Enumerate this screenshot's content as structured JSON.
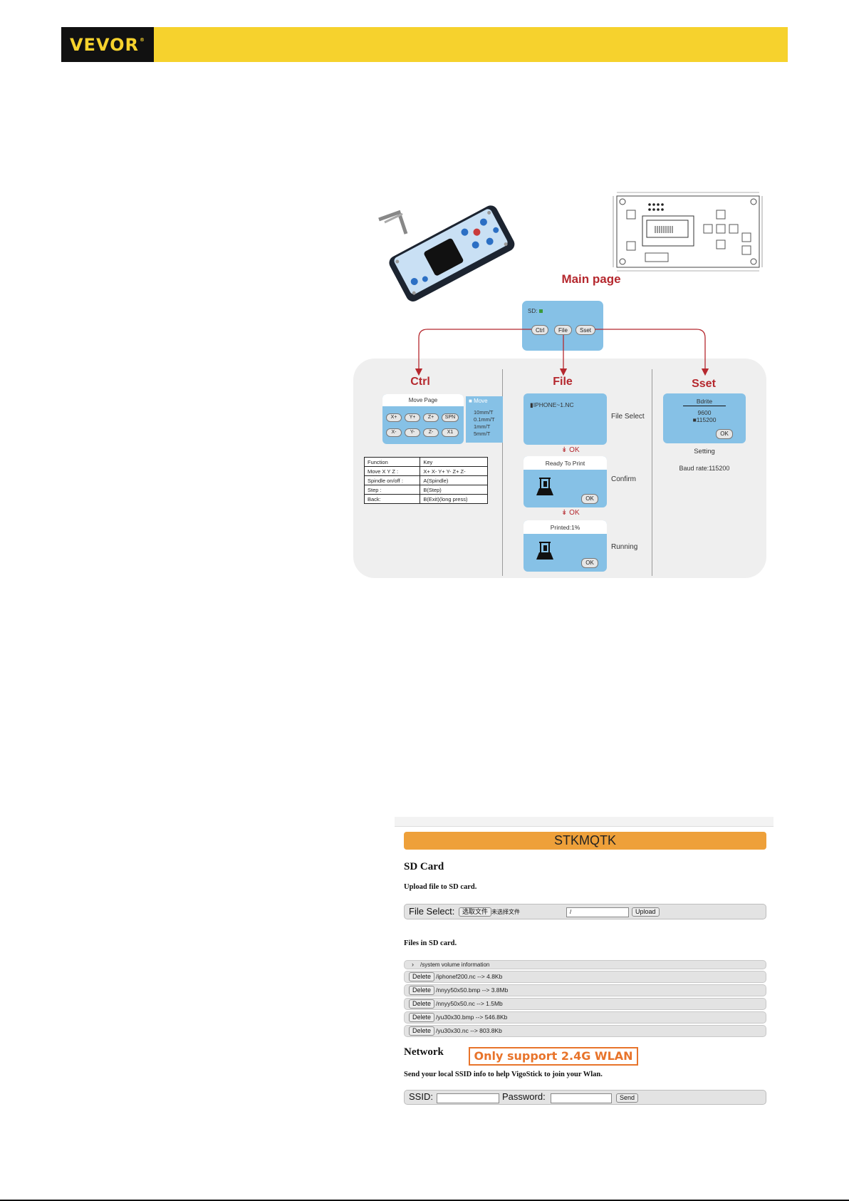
{
  "header": {
    "brand": "VEVOR",
    "reg": "®"
  },
  "main_page": {
    "title": "Main page",
    "sd_label": "SD:",
    "buttons": [
      "Ctrl",
      "File",
      "Sset"
    ]
  },
  "ctrl": {
    "title": "Ctrl",
    "lcd_title": "Move Page",
    "keys_row1": [
      "X+",
      "Y+",
      "Z+",
      "SPN"
    ],
    "keys_row2": [
      "X-",
      "Y-",
      "Z-",
      "X1"
    ],
    "menu": [
      "Move",
      "10mm/T",
      "0.1mm/T",
      "1mm/T",
      "5mm/T"
    ],
    "table": [
      [
        "Function",
        "Key"
      ],
      [
        "Move X Y Z :",
        "X+ X- Y+ Y- Z+ Z-"
      ],
      [
        "Spindle on/off :",
        "A(Spindle)"
      ],
      [
        "Step :",
        "B(Step)"
      ],
      [
        "Back:",
        "B(Exit)(long press)"
      ]
    ]
  },
  "file": {
    "title": "File",
    "screen1_text": "IPHONE~1.NC",
    "label1": "File Select",
    "ok1": "OK",
    "screen2_title": "Ready To Print",
    "screen2_btn": "OK",
    "label2": "Confirm",
    "ok2": "OK",
    "screen3_title": "Printed:1%",
    "screen3_btn": "OK",
    "label3": "Running"
  },
  "sset": {
    "title": "Sset",
    "lcd_title": "Bdrite",
    "option1": "9600",
    "option2": "115200",
    "btn": "OK",
    "label": "Setting",
    "baud": "Baud rate:115200"
  },
  "web": {
    "banner": "STKMQTK",
    "sd_heading": "SD Card",
    "upload_text": "Upload file to SD card.",
    "file_select_label": "File Select:",
    "choose_btn": "选取文件",
    "no_file": "未选择文件",
    "path_value": "/",
    "upload_btn": "Upload",
    "files_heading": "Files in SD card.",
    "folder": "/system volume information",
    "files": [
      "/iphonef200.nc --> 4.8Kb",
      "/nnyy50x50.bmp --> 3.8Mb",
      "/nnyy50x50.nc --> 1.5Mb",
      "/yu30x30.bmp --> 546.8Kb",
      "/yu30x30.nc --> 803.8Kb"
    ],
    "delete_btn": "Delete",
    "network_heading": "Network",
    "badge": "Only support 2.4G WLAN",
    "ssid_text": "Send your local SSID info to help VigoStick to join your Wlan.",
    "ssid_label": "SSID:",
    "password_label": "Password:",
    "send_btn": "Send"
  },
  "colors": {
    "brand_yellow": "#f6d22d",
    "lcd_blue": "#86c1e6",
    "accent_red": "#b5282e",
    "orange": "#eea03a"
  }
}
